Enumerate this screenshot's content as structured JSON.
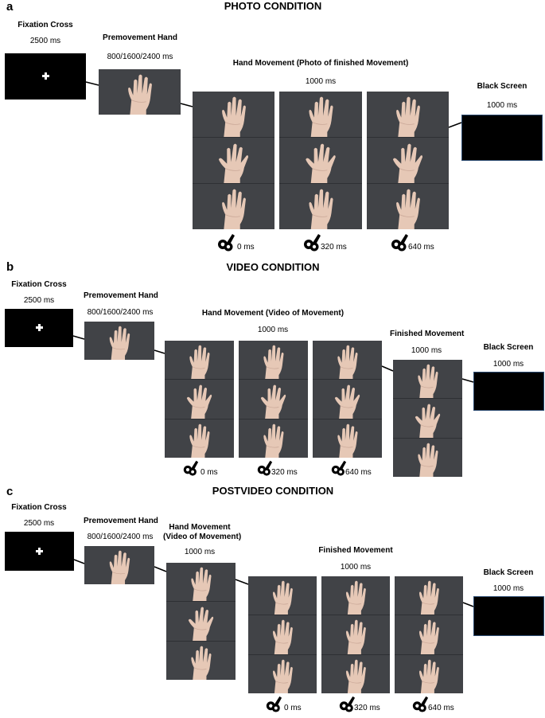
{
  "panels": [
    {
      "letter": "a",
      "title": "PHOTO CONDITION",
      "fixation": {
        "label": "Fixation Cross",
        "duration": "2500 ms"
      },
      "premovement": {
        "label": "Premovement Hand",
        "duration": "800/1600/2400 ms"
      },
      "movement": {
        "label": "Hand Movement (Photo of finished Movement)",
        "duration": "1000 ms"
      },
      "black": {
        "label": "Black Screen",
        "duration": "1000 ms"
      },
      "timings": [
        "0 ms",
        "320 ms",
        "640 ms"
      ]
    },
    {
      "letter": "b",
      "title": "VIDEO CONDITION",
      "fixation": {
        "label": "Fixation Cross",
        "duration": "2500 ms"
      },
      "premovement": {
        "label": "Premovement Hand",
        "duration": "800/1600/2400 ms"
      },
      "movement": {
        "label": "Hand Movement (Video of Movement)",
        "duration": "1000 ms"
      },
      "finished": {
        "label": "Finished Movement",
        "duration": "1000 ms"
      },
      "black": {
        "label": "Black Screen",
        "duration": "1000 ms"
      },
      "timings": [
        "0 ms",
        "320 ms",
        "640 ms"
      ]
    },
    {
      "letter": "c",
      "title": "POSTVIDEO CONDITION",
      "fixation": {
        "label": "Fixation Cross",
        "duration": "2500 ms"
      },
      "premovement": {
        "label": "Premovement Hand",
        "duration": "800/1600/2400 ms"
      },
      "movement": {
        "label_line1": "Hand Movement",
        "label_line2": "(Video of Movement)",
        "duration": "1000 ms"
      },
      "finished": {
        "label": "Finished Movement",
        "duration": "1000 ms"
      },
      "black": {
        "label": "Black Screen",
        "duration": "1000 ms"
      },
      "timings": [
        "0 ms",
        "320 ms",
        "640 ms"
      ]
    }
  ],
  "icons": {
    "timing": "stopwatch-clock-icon",
    "fixation": "fixation-cross-icon"
  }
}
